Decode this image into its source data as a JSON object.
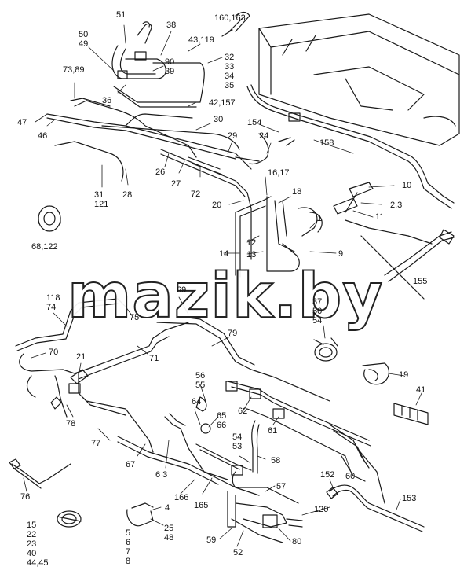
{
  "watermark": "mazik.by",
  "labels": {
    "l51": "51",
    "l38": "38",
    "l160": "160,163",
    "l50": "50\n49",
    "l43": "43,119",
    "l90": "90\n39",
    "l32": "32\n33\n34\n35",
    "l73": "73,89",
    "l36": "36",
    "l42": "42,157",
    "l47": "47",
    "l46": "46",
    "l30": "30",
    "l154": "154",
    "l29": "29",
    "l24": "24",
    "l158": "158",
    "l26": "26",
    "l27": "27",
    "l72": "72",
    "l28": "28",
    "l31": "31\n121",
    "l16": "16,17",
    "l18": "18",
    "l10": "10",
    "l20": "20",
    "l23": "2,3",
    "l11": "11",
    "l1": "1",
    "l68": "68,122",
    "l12": "12",
    "l14": "14",
    "l13": "13",
    "l9": "9",
    "l155": "155",
    "l118": "118\n74",
    "l69": "69",
    "l75": "75",
    "l37": "37\n50\n54",
    "l79": "79",
    "l70": "70",
    "l21": "21",
    "l71": "71",
    "l19": "19",
    "l56": "56\n55",
    "l41": "41",
    "l64": "64",
    "l62": "62",
    "l65": "65\n66",
    "l61": "61",
    "l78": "78",
    "l77": "77",
    "l5453": "54\n53",
    "l58": "58",
    "l67": "67",
    "l63": "6 3",
    "l60": "60",
    "l152": "152",
    "l76": "76",
    "l57": "57",
    "l166": "166",
    "l165": "165",
    "l153": "153",
    "l4": "4",
    "l120": "120",
    "l15": "15\n22\n23\n40\n44,45",
    "l25": "25\n48",
    "l5": "5\n6\n7\n8",
    "l59": "59",
    "l80": "80",
    "l52": "52"
  }
}
